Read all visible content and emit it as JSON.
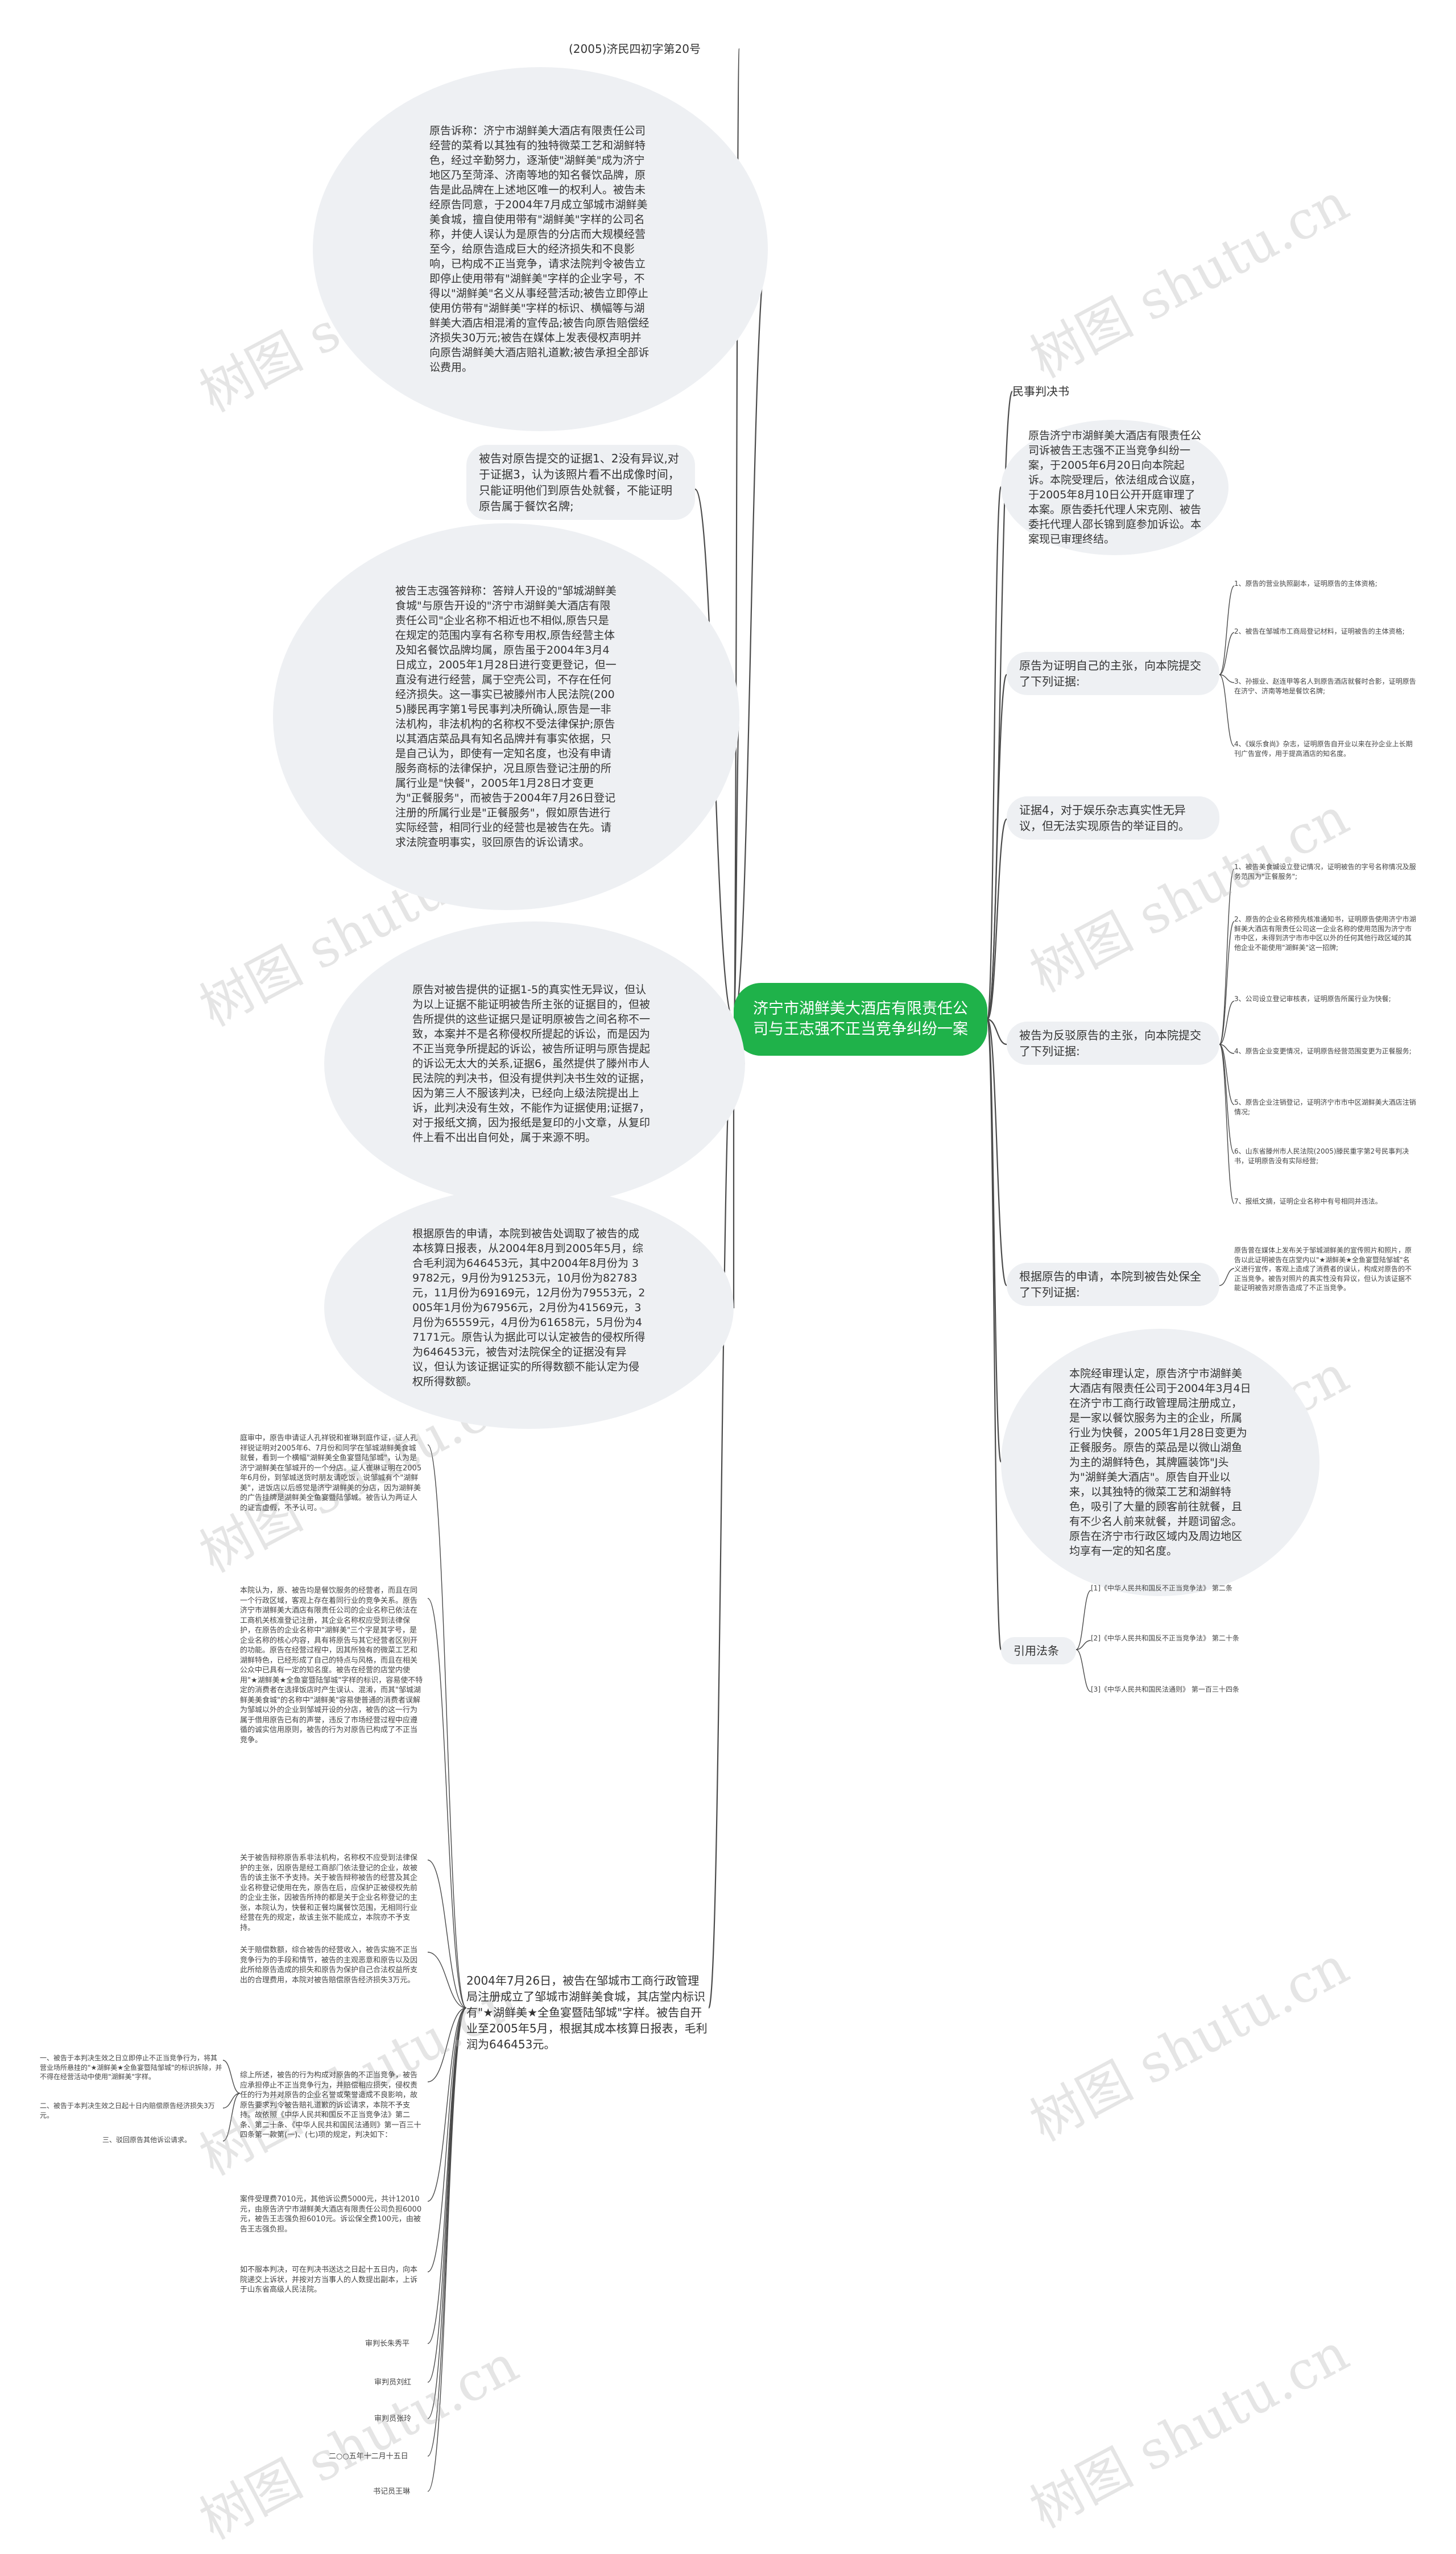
{
  "watermark": "树图 shutu.cn",
  "colors": {
    "root_fill": "#1fb24a",
    "line": "#4a4a4a",
    "bubble_fill": "#eef0f3"
  },
  "root": "济宁市湖鲜美大酒店有限责任公司与王志强不正当竞争纠纷一案",
  "left": {
    "case_no": "(2005)济民四初字第20号",
    "claim": "原告诉称：济宁市湖鲜美大酒店有限责任公司经营的菜肴以其独有的独特微菜工艺和湖鲜特色，经过辛勤努力，逐渐使\"湖鲜美\"成为济宁地区乃至菏泽、济南等地的知名餐饮品牌，原告是此品牌在上述地区唯一的权利人。被告未经原告同意，于2004年7月成立邹城市湖鲜美美食城，擅自使用带有\"湖鲜美\"字样的公司名称，并使人误认为是原告的分店而大规模经营至今，给原告造成巨大的经济损失和不良影响，已构成不正当竞争，请求法院判令被告立即停止使用带有\"湖鲜美\"字样的企业字号，不得以\"湖鲜美\"名义从事经营活动;被告立即停止使用仿带有\"湖鲜美\"字样的标识、横幅等与湖鲜美大酒店相混淆的宣传品;被告向原告赔偿经济损失30万元;被告在媒体上发表侵权声明并向原告湖鲜美大酒店赔礼道歉;被告承担全部诉讼费用。",
    "cross": "被告对原告提交的证据1、2没有异议,对于证据3，认为该照片看不出成像时间，只能证明他们到原告处就餐，不能证明原告属于餐饮名牌;",
    "defense": "被告王志强答辩称：答辩人开设的\"邹城湖鲜美食城\"与原告开设的\"济宁市湖鲜美大酒店有限责任公司\"企业名称不相近也不相似,原告只是在规定的范围内享有名称专用权,原告经营主体及知名餐饮品牌均属，原告虽于2004年3月4日成立，2005年1月28日进行变更登记，但一直没有进行经营，属于空壳公司，不存在任何经济损失。这一事实已被滕州市人民法院(2005)滕民再字第1号民事判决所确认,原告是一非法机构，非法机构的名称权不受法律保护;原告以其酒店菜品具有知名品牌并有事实依据，只是自己认为，即使有一定知名度，也没有申请服务商标的法律保护，况且原告登记注册的所属行业是\"快餐\"，2005年1月28日才变更为\"正餐服务\"，而被告于2004年7月26日登记注册的所属行业是\"正餐服务\"，假如原告进行实际经营，相同行业的经营也是被告在先。请求法院查明事实，驳回原告的诉讼请求。",
    "evidence_review": "原告对被告提供的证据1-5的真实性无异议，但认为以上证据不能证明被告所主张的证据目的，但被告所提供的这些证据只是证明原被告之间名称不一致，本案并不是名称侵权所提起的诉讼，而是因为不正当竞争所提起的诉讼，被告所证明与原告提起的诉讼无太大的关系,证据6，虽然提供了滕州市人民法院的判决书，但没有提供判决书生效的证据，因为第三人不服该判决，已经向上级法院提出上诉，此判决没有生效，不能作为证据使用;证据7，对于报纸文摘，因为报纸是复印的小文章，从复印件上看不出出自何处，属于来源不明。",
    "costs": "根据原告的申请，本院到被告处调取了被告的成本核算日报表，从2004年8月到2005年5月，综合毛利润为646453元，其中2004年8月份为 39782元，9月份为91253元，10月份为82783元，11月份为69169元，12月份为79553元，2005年1月份为67956元，2月份为41569元，3月份为65559元，4月份为61658元，5月份为47171元。原告认为据此可以认定被告的侵权所得为646453元，被告对法院保全的证据没有异议，但认为该证据证实的所得数额不能认定为侵权所得数额。",
    "profit": "2004年7月26日，被告在邹城市工商行政管理局注册成立了邹城市湖鲜美食城，其店堂内标识有\"★湖鲜美★全鱼宴暨陆邹城\"字样。被告自开业至2005年5月，根据其成本核算日报表，毛利润为646453元。",
    "profit_notes": [
      "庭审中，原告申请证人孔祥锐和崔琳到庭作证，证人孔祥锐证明对2005年6、7月份和同学在邹城湖鲜美食城就餐，看到一个横幅\"湖鲜美全鱼宴暨陆邹城\"，认为是济宁湖鲜美在邹城开的一个分店。证人崔琳证明在2005年6月份，到邹城送货时朋友请吃饭，说邹城有个\"湖鲜美\"，进饭店以后感觉是济宁湖鲜美的分店，因为湖鲜美的广告挂牌是湖鲜美全鱼宴暨陆邹城。被告认为两证人的证言虚假，不予认可。",
      "本院认为，原、被告均是餐饮服务的经营者，而且在同一个行政区域，客观上存在着同行业的竞争关系。原告济宁市湖鲜美大酒店有限责任公司的企业名称已依法在工商机关核准登记注册，其企业名称权应受到法律保护，在原告的企业名称中\"湖鲜美\"三个字是其字号，是企业名称的核心内容，具有将原告与其它经营者区别开的功能。原告在经营过程中，因其所独有的微菜工艺和湖鲜特色，已经形成了自己的特点与风格，而且在相关公众中已具有一定的知名度。被告在经营的店堂内使用\"★湖鲜美★全鱼宴暨陆邹城\"字样的标识，容易使不特定的消费者在选择饭店时产生误认、混淆，而其\"邹城湖鲜美美食城\"的名称中\"湖鲜美\"容易使普通的消费者误解为邹城以外的企业到邹城开设的分店，被告的这一行为属于借用原告已有的声誉，违反了市场经营过程中应遵循的诚实信用原则，被告的行为对原告已构成了不正当竞争。",
      "关于被告辩称原告系非法机构，名称权不应受到法律保护的主张，因原告是经工商部门依法登记的企业，故被告的该主张不予支持。关于被告辩称被告的经营及其企业名称登记使用在先，原告在后，应保护正被侵权先前的企业主张，因被告所持的都是关于企业名称登记的主张，本院认为，快餐和正餐均属餐饮范围，无相同行业经营在先的规定，故该主张不能成立，本院亦不予支持。",
      "关于赔偿数额，综合被告的经营收入，被告实施不正当竞争行为的手段和情节，被告的主观恶意和原告以及因此所给原告造成的损失和原告为保护自己合法权益所支出的合理费用，本院对被告赔偿原告经济损失3万元。",
      "综上所述，被告的行为构成对原告的不正当竞争，被告应承担停止不正当竞争行为，并赔偿相应损失，侵权责任的行为并对原告的企业名誉或荣誉造成不良影响，故原告要求判令被告赔礼道歉的诉讼请求，本院不予支持。故依照《中华人民共和国反不正当竞争法》第二条、第二十条、《中华人民共和国民法通则》第一百三十四条第一款第(一)、(七)项的规定，判决如下：",
      "案件受理费7010元，其他诉讼费5000元，共计12010元，由原告济宁市湖鲜美大酒店有限责任公司负担6000元，被告王志强负担6010元。诉讼保全费100元，由被告王志强负担。",
      "如不服本判决，可在判决书送达之日起十五日内，向本院递交上诉状，并按对方当事人的人数提出副本，上诉于山东省高级人民法院。",
      "审判长朱秀平",
      "审判员刘红",
      "审判员张玲",
      "二○○五年十二月十五日",
      "书记员王琳"
    ],
    "rulings": [
      "一、被告于本判决生效之日立即停止不正当竞争行为，将其营业场所悬挂的\"★湖鲜美★全鱼宴暨陆邹城\"的标识拆除，并不得在经营活动中使用\"湖鲜美\"字样。",
      "二、被告于本判决生效之日起十日内赔偿原告经济损失3万元。",
      "三、驳回原告其他诉讼请求。"
    ]
  },
  "right": {
    "doc_type": "民事判决书",
    "intro": "原告济宁市湖鲜美大酒店有限责任公司诉被告王志强不正当竞争纠纷一案，于2005年6月20日向本院起诉。本院受理后，依法组成合议庭，于2005年8月10日公开开庭审理了本案。原告委托代理人宋克刚、被告委托代理人邵长锦到庭参加诉讼。本案现已审理终结。",
    "plaintiff_evidence": {
      "label": "原告为证明自己的主张，向本院提交了下列证据:",
      "items": [
        "1、原告的营业执照副本，证明原告的主体资格;",
        "2、被告在邹城市工商局登记材料，证明被告的主体资格;",
        "3、孙振业、赵连甲等名人到原告酒店就餐时合影，证明原告在济宁、济南等地是餐饮名牌;",
        "4、《娱乐食尚》杂志，证明原告自开业以来在孙企业上长期刊广告宣传，用于提高酒店的知名度。"
      ]
    },
    "evidence4": "证据4，对于娱乐杂志真实性无异议，但无法实现原告的举证目的。",
    "defendant_evidence": {
      "label": "被告为反驳原告的主张，向本院提交了下列证据:",
      "items": [
        "1、被告美食城设立登记情况，证明被告的字号名称情况及服务范围为\"正餐服务\";",
        "2、原告的企业名称预先核准通知书，证明原告使用济宁市湖鲜美大酒店有限责任公司这一企业名称的使用范围为济宁市市中区，未得到济宁市市中区以外的任何其他行政区域的其他企业不能使用\"湖鲜美\"这一招牌;",
        "3、公司设立登记审核表，证明原告所属行业为快餐;",
        "4、原告企业变更情况，证明原告经营范围变更为正餐服务;",
        "5、原告企业注销登记，证明济宁市市中区湖鲜美大酒店注销情况;",
        "6、山东省滕州市人民法院(2005)滕民重字第2号民事判决书，证明原告没有实际经营;",
        "7、报纸文摘，证明企业名称中有号相同并违法。"
      ]
    },
    "court_fetch": {
      "label": "根据原告的申请，本院到被告处保全了下列证据:",
      "detail": "原告曾在媒体上发布关于邹城湖鲜美的宣传照片和照片，原告以此证明被告在店堂内以\"★湖鲜美★全鱼宴暨陆邹城\"名义进行宣传，客观上造成了消费者的误认，构成对原告的不正当竞争。被告对照片的真实性没有异议，但认为该证据不能证明被告对原告造成了不正当竞争。"
    },
    "findings": "本院经审理认定，原告济宁市湖鲜美大酒店有限责任公司于2004年3月4日在济宁市工商行政管理局注册成立，是一家以餐饮服务为主的企业，所属行业为快餐，2005年1月28日变更为正餐服务。原告的菜品是以微山湖鱼为主的湖鲜特色，其牌匾装饰\"J头为\"湖鲜美大酒店\"。原告自开业以来，以其独特的微菜工艺和湖鲜特色，吸引了大量的顾客前往就餐，且有不少名人前来就餐，并题词留念。原告在济宁市行政区域内及周边地区均享有一定的知名度。",
    "law": {
      "label": "引用法条",
      "items": [
        "[1]《中华人民共和国反不正当竞争法》 第二条",
        "[2]《中华人民共和国反不正当竞争法》 第二十条",
        "[3]《中华人民共和国民法通则》 第一百三十四条"
      ]
    }
  }
}
